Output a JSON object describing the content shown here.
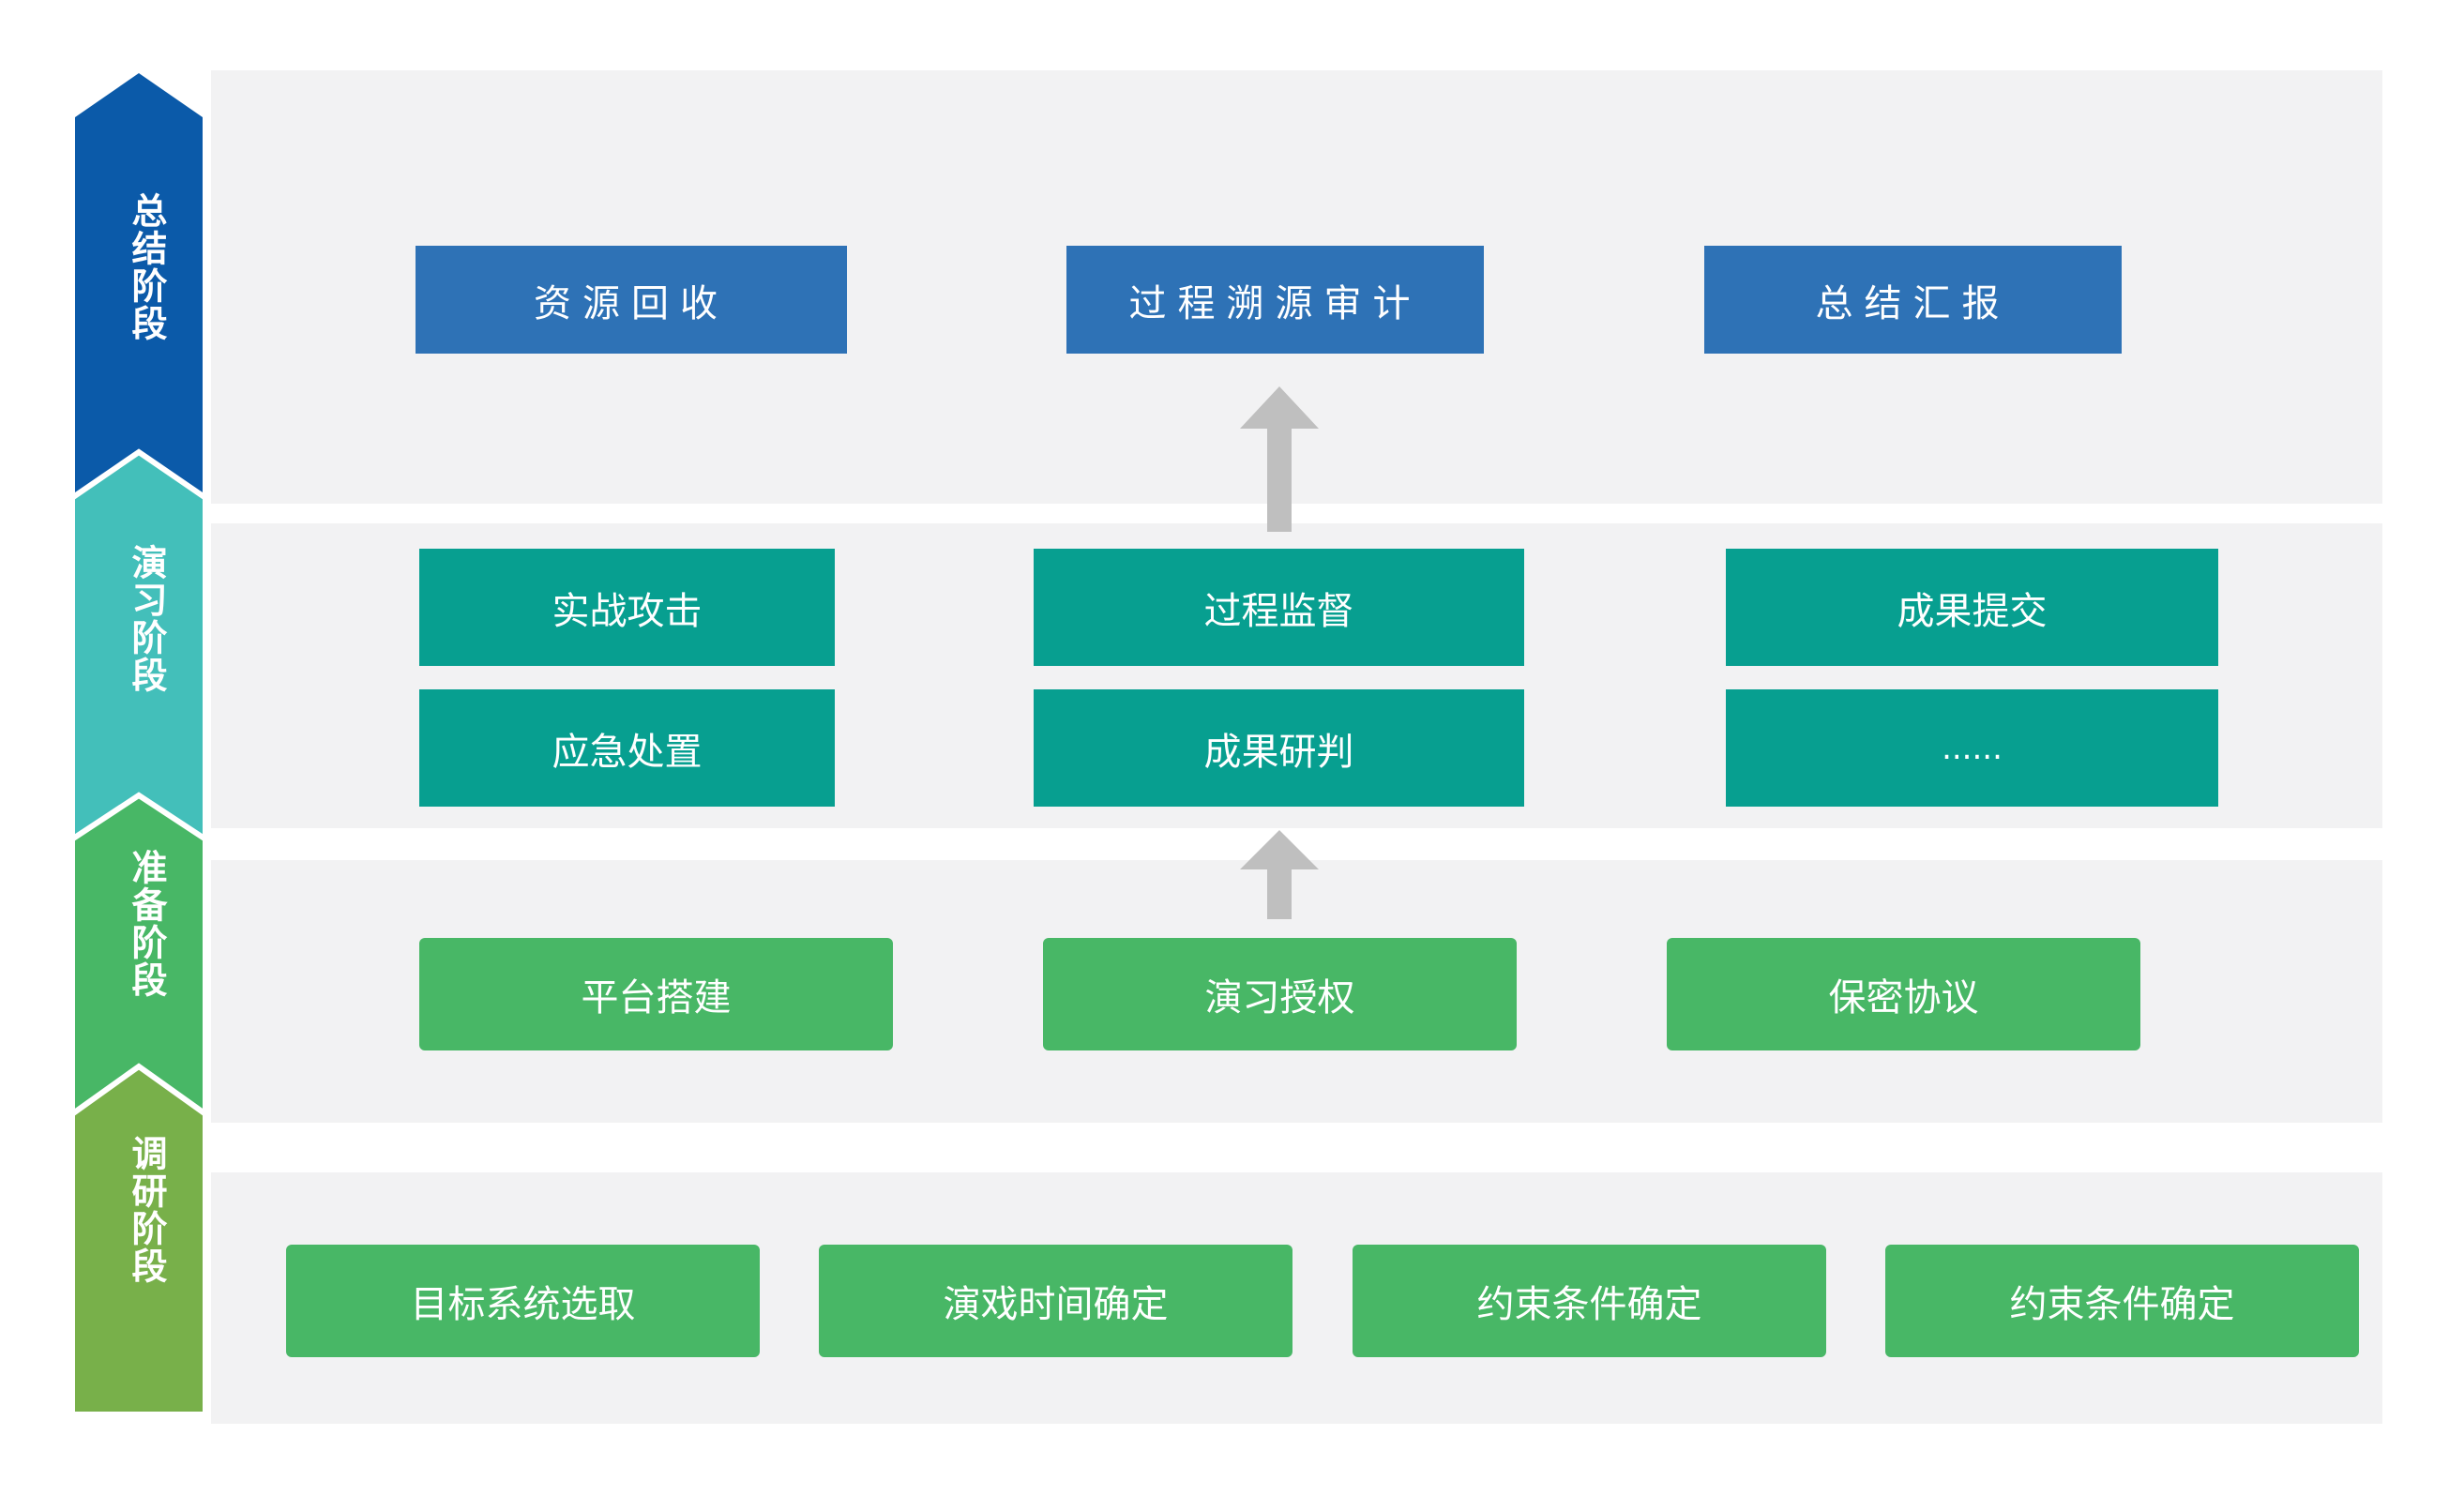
{
  "stages": [
    {
      "label": "总结阶段",
      "color": "#0b5aa9"
    },
    {
      "label": "演习阶段",
      "color": "#43bfba"
    },
    {
      "label": "准备阶段",
      "color": "#48b766"
    },
    {
      "label": "调研阶段",
      "color": "#78b04a"
    }
  ],
  "summary": {
    "items": [
      "资源回收",
      "过程溯源审计",
      "总结汇报"
    ]
  },
  "exercise": {
    "row1": [
      "实战攻击",
      "过程监督",
      "成果提交"
    ],
    "row2": [
      "应急处置",
      "成果研判",
      "......"
    ]
  },
  "prep": {
    "items": [
      "平台搭建",
      "演习授权",
      "保密协议"
    ]
  },
  "research": {
    "items": [
      "目标系统选取",
      "演戏时间确定",
      "约束条件确定",
      "约束条件确定"
    ]
  }
}
